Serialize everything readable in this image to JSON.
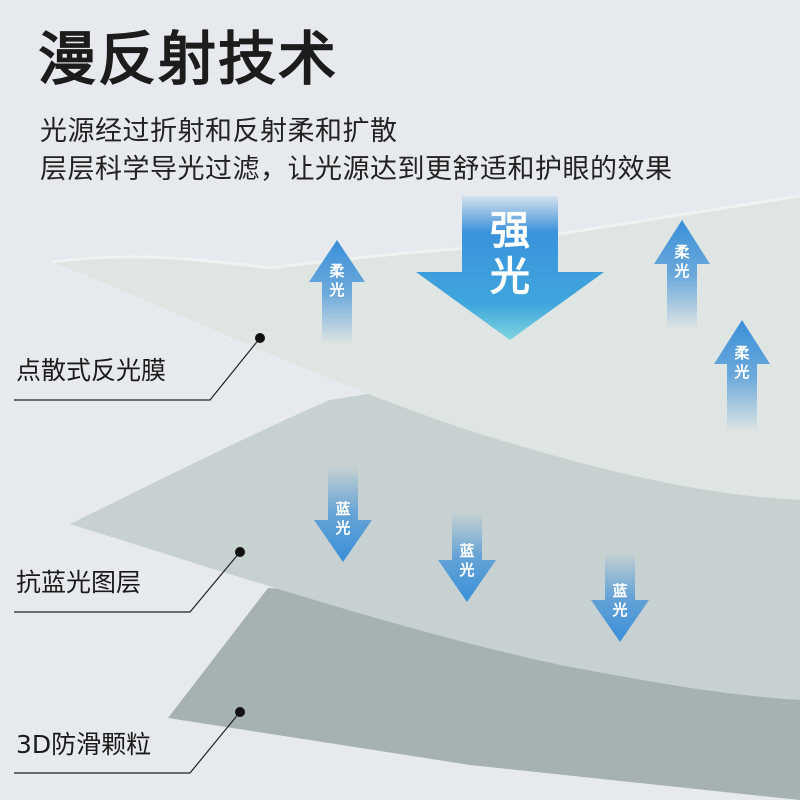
{
  "title": "漫反射技术",
  "subtitle_line1": "光源经过折射和反射柔和扩散",
  "subtitle_line2": "层层科学导光过滤，让光源达到更舒适和护眼的效果",
  "strong_light": {
    "line1": "强",
    "line2": "光"
  },
  "soft_light": {
    "line1": "柔",
    "line2": "光"
  },
  "blue_light": {
    "line1": "蓝",
    "line2": "光"
  },
  "layers": {
    "top": "点散式反光膜",
    "middle": "抗蓝光图层",
    "bottom": "3D防滑颗粒"
  },
  "colors": {
    "background": "#e6eaef",
    "layer_top": "#dfe5e3",
    "layer_middle": "#c7d1d1",
    "layer_bottom": "#a6b1b3",
    "arrow_blue": "#2e8fe0",
    "arrow_cyan": "#7fd4de"
  }
}
